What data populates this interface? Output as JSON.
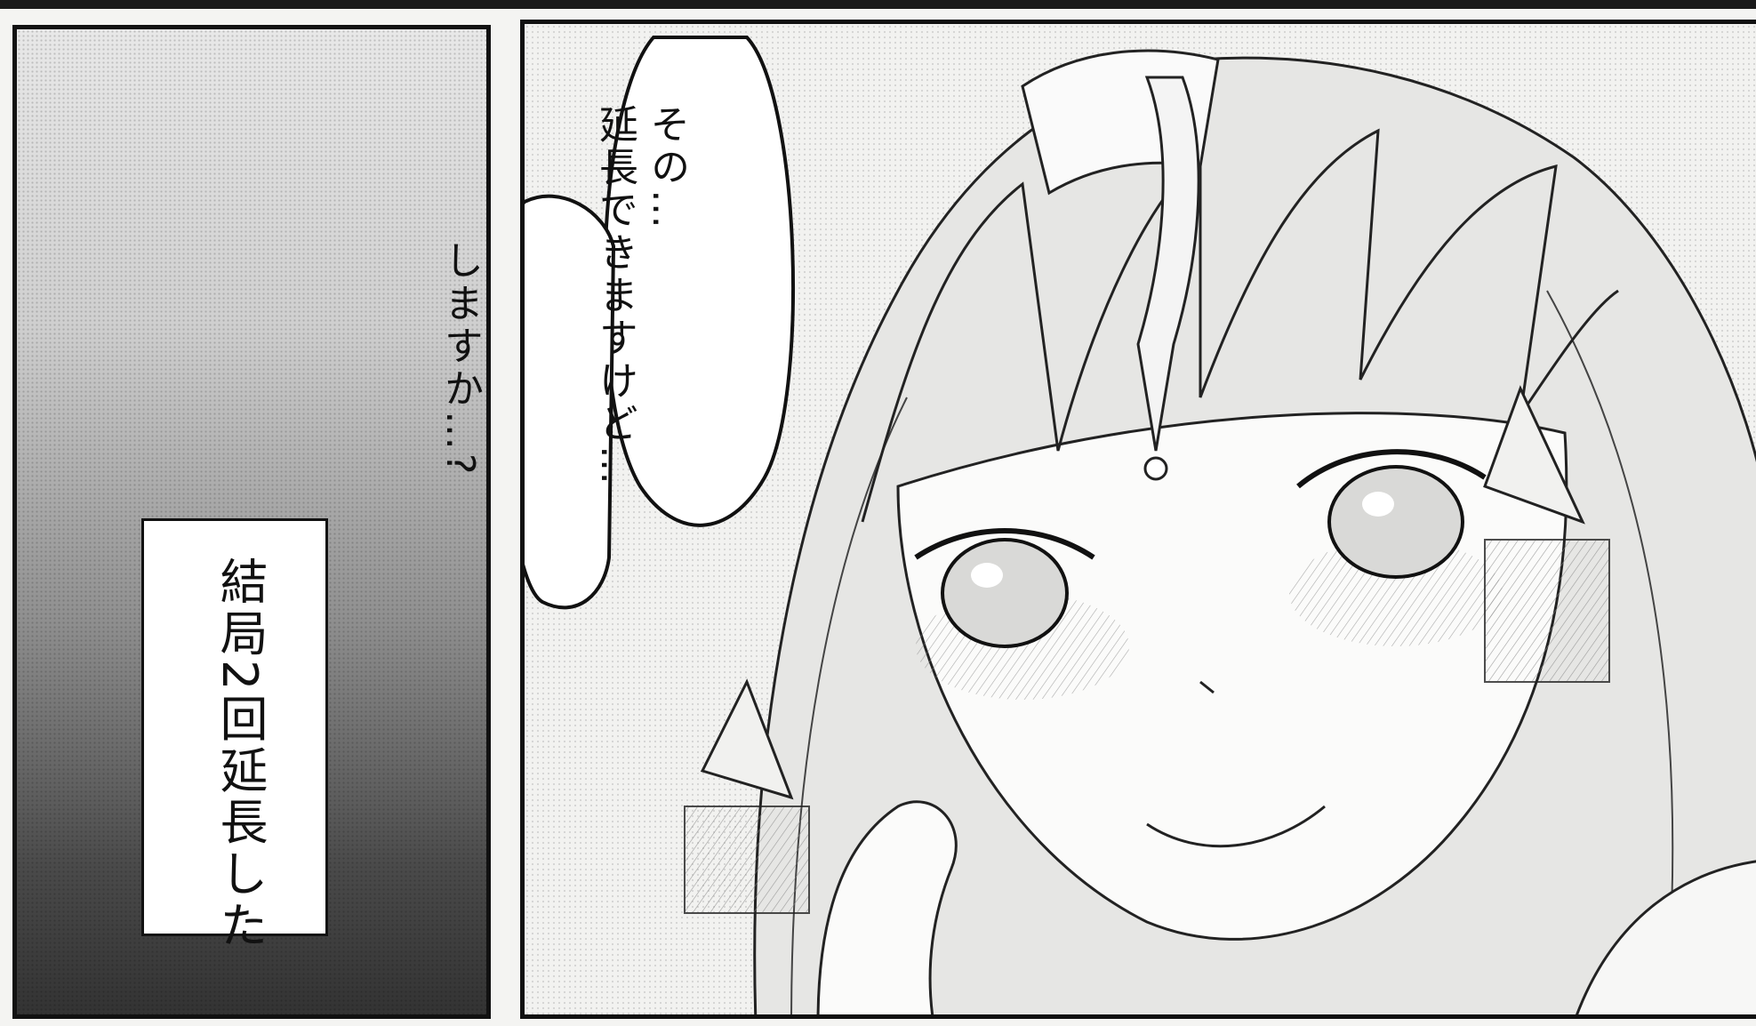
{
  "page": {
    "caption": "結局2回延長した",
    "speech_bubble_1": {
      "line1": "その…",
      "line2": "延長できますけど…"
    },
    "speech_bubble_2": {
      "line1": "しますか…?"
    }
  },
  "colors": {
    "ink": "#111111",
    "paper": "#f7f7f6",
    "tone_dark": "#333333"
  },
  "icons": [
    "speech-bubble",
    "character-illustration"
  ]
}
